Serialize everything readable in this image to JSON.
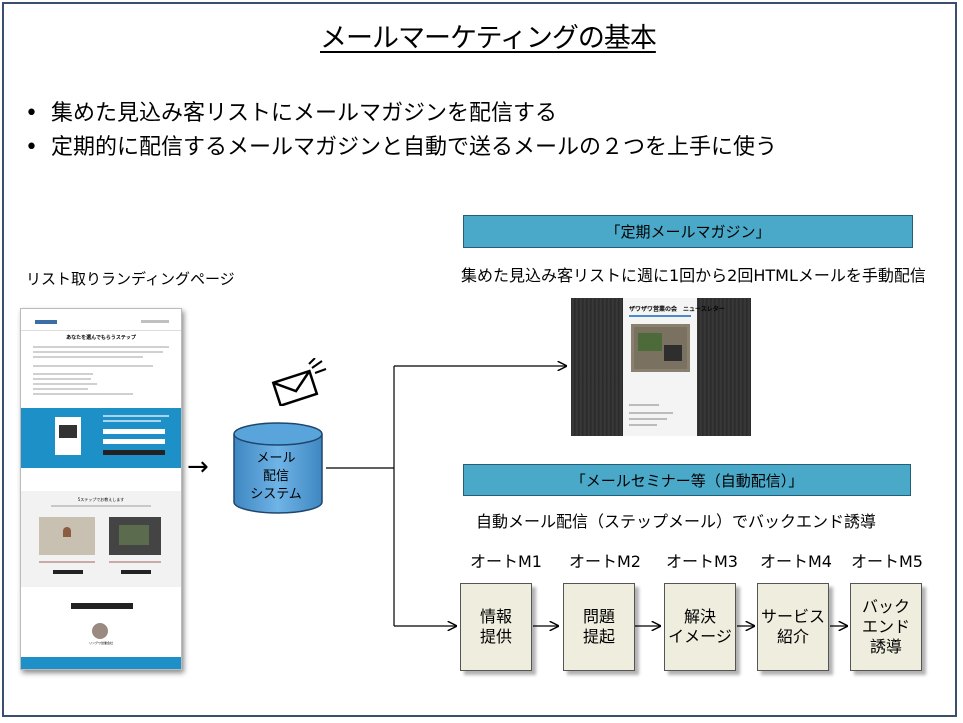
{
  "title": "メールマーケティングの基本",
  "bullets": [
    "集めた見込み客リストにメールマガジンを配信する",
    "定期的に配信するメールマガジンと自動で送るメールの２つを上手に使う"
  ],
  "landing_page": {
    "caption": "リスト取りランディングページ",
    "heading": "あなたを選んでもらうステップ",
    "seminar_text": "5ステップでお教えします",
    "profile_name": "リングワ営業会社"
  },
  "system": {
    "label": "メール\n配信\nシステム"
  },
  "newsletter": {
    "header": "「定期メールマガジン」",
    "description": "集めた見込み客リストに週に1回から2回HTMLメールを手動配信",
    "image_title": "ザワザワ営業の会　ニュースレター"
  },
  "auto": {
    "header": "「メールセミナー等（自動配信）」",
    "description": "自動メール配信（ステップメール）でバックエンド誘導",
    "steps": [
      {
        "label": "オートM1",
        "box": "情報\n提供"
      },
      {
        "label": "オートM2",
        "box": "問題\n提起"
      },
      {
        "label": "オートM3",
        "box": "解決\nイメージ"
      },
      {
        "label": "オートM4",
        "box": "サービス\n紹介"
      },
      {
        "label": "オートM5",
        "box": "バック\nエンド\n誘導"
      }
    ]
  },
  "colors": {
    "header_fill": "#4aa8c8",
    "db_fill": "#4c98d0",
    "step_fill": "#efedde",
    "frame": "#3a4f6b"
  }
}
